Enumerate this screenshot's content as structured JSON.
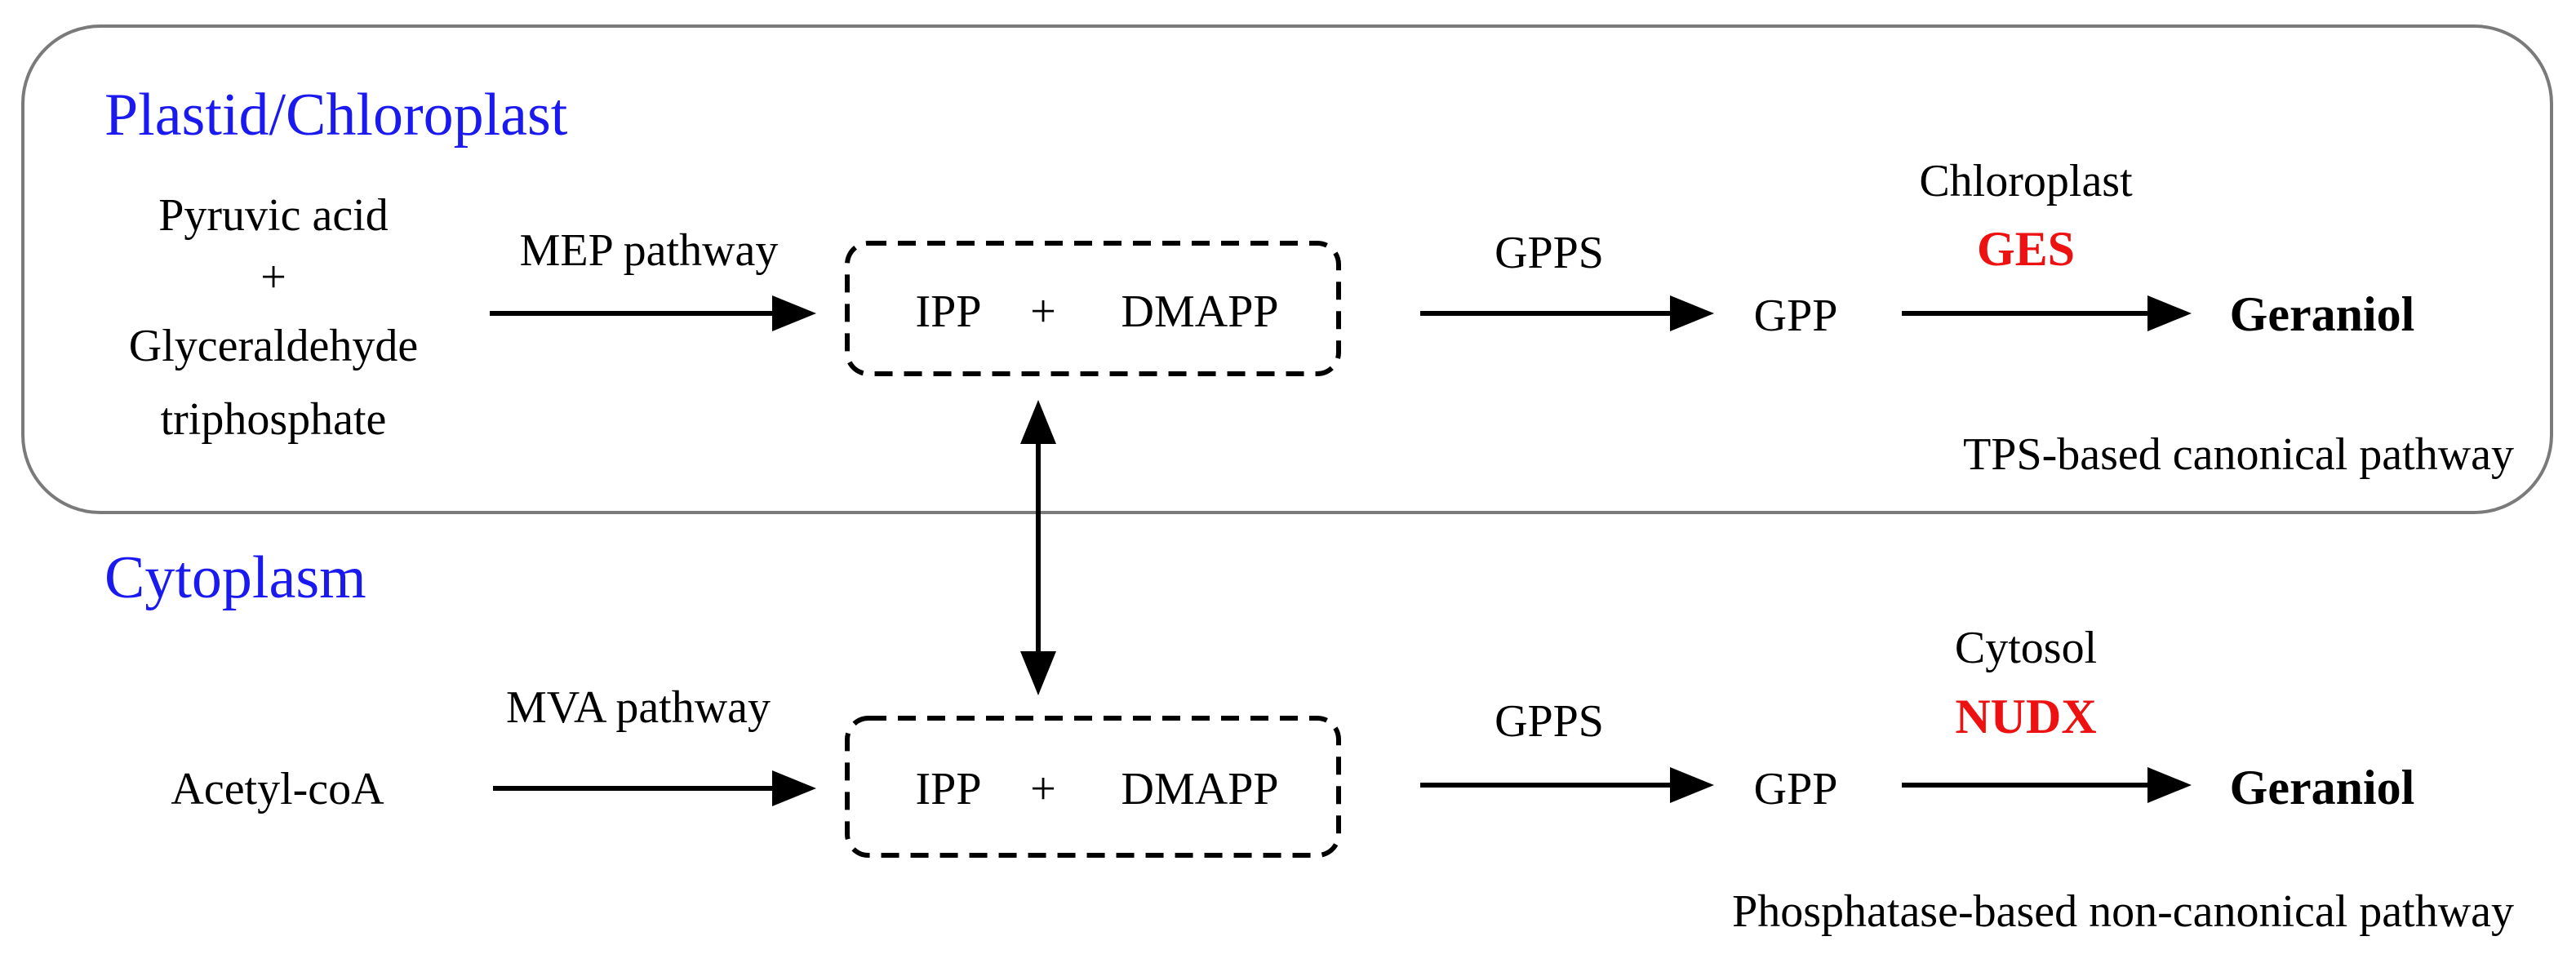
{
  "plastid": {
    "region_label": "Plastid/Chloroplast",
    "substrate": [
      "Pyruvic acid",
      "+",
      "Glyceraldehyde",
      "triphosphate"
    ],
    "pathway_label": "MEP pathway",
    "ipp": "IPP",
    "plus": "+",
    "dmapp": "DMAPP",
    "gpps": "GPPS",
    "gpp": "GPP",
    "location": "Chloroplast",
    "enzyme": "GES",
    "product": "Geraniol",
    "pathway_type": "TPS-based canonical pathway"
  },
  "cytoplasm": {
    "region_label": "Cytoplasm",
    "substrate": "Acetyl-coA",
    "pathway_label": "MVA pathway",
    "ipp": "IPP",
    "plus": "+",
    "dmapp": "DMAPP",
    "gpps": "GPPS",
    "gpp": "GPP",
    "location": "Cytosol",
    "enzyme": "NUDX",
    "product": "Geraniol",
    "pathway_type": "Phosphatase-based non-canonical pathway"
  },
  "colors": {
    "region_label": "#1a1af0",
    "enzyme": "#ee1111"
  }
}
